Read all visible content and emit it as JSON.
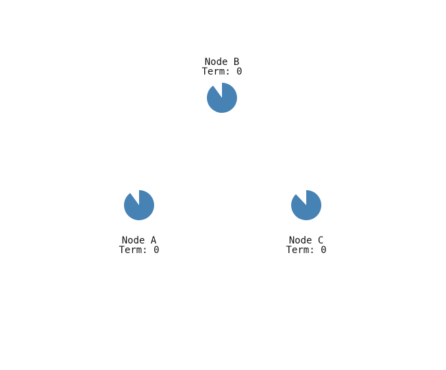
{
  "colors": {
    "node_fill": "#4682b4",
    "background": "#ffffff",
    "label_text": "#111111"
  },
  "nodes": [
    {
      "id": "node-a",
      "name": "Node A",
      "term": "Term: 0",
      "timeout_progress": 0.9
    },
    {
      "id": "node-b",
      "name": "Node B",
      "term": "Term: 0",
      "timeout_progress": 0.9
    },
    {
      "id": "node-c",
      "name": "Node C",
      "term": "Term: 0",
      "timeout_progress": 0.88
    }
  ]
}
